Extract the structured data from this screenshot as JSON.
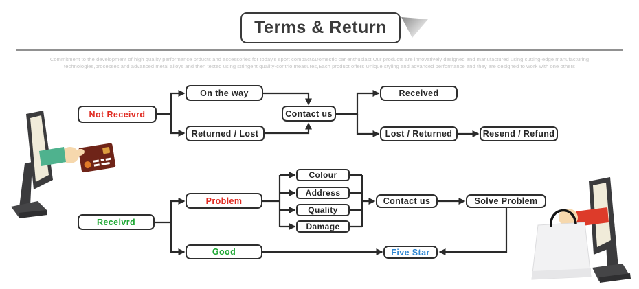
{
  "header": {
    "title": "Terms & Return",
    "description_line1": "Commitment to the development of high quality performance prducts and accessories for today's sport compact&Domestic car enthusiast.Our products are innovatively designed and manufactured using cutting-edge manufacturing",
    "description_line2": "technologies,processes and advanced metal alloys and then tested using stringent quality-contrio measures,Each  product offers Unique styling and advanced performance and they are designed to work with one others"
  },
  "flowchart": {
    "not_received": "Not Receivrd",
    "on_the_way": "On the way",
    "returned_lost": "Returned / Lost",
    "contact_us_top": "Contact us",
    "received": "Received",
    "lost_returned": "Lost / Returned",
    "resend_refund": "Resend / Refund",
    "received_main": "Receivrd",
    "problem": "Problem",
    "good": "Good",
    "colour": "Colour",
    "address": "Address",
    "quality": "Quality",
    "damage": "Damage",
    "contact_us_bottom": "Contact us",
    "solve_problem": "Solve Problem",
    "five_star": "Five Star"
  },
  "colors": {
    "accent_red": "#e02a21",
    "accent_green": "#1ca631",
    "accent_blue": "#2e86d2",
    "node_border": "#2e2e2e",
    "arrow": "#2a2a2a",
    "title_text": "#3a3a3a",
    "paragraph_text": "#c3c3c3",
    "divider": "#919191",
    "monitor_dark": "#3b3b3d",
    "screen_cream": "#f0ebd9",
    "sleeve_green": "#4fb28e",
    "sleeve_red": "#dd3b2a",
    "hand_skin": "#f6d8ad",
    "card_maroon": "#6f2418",
    "bag_white": "#f2f2f3"
  }
}
